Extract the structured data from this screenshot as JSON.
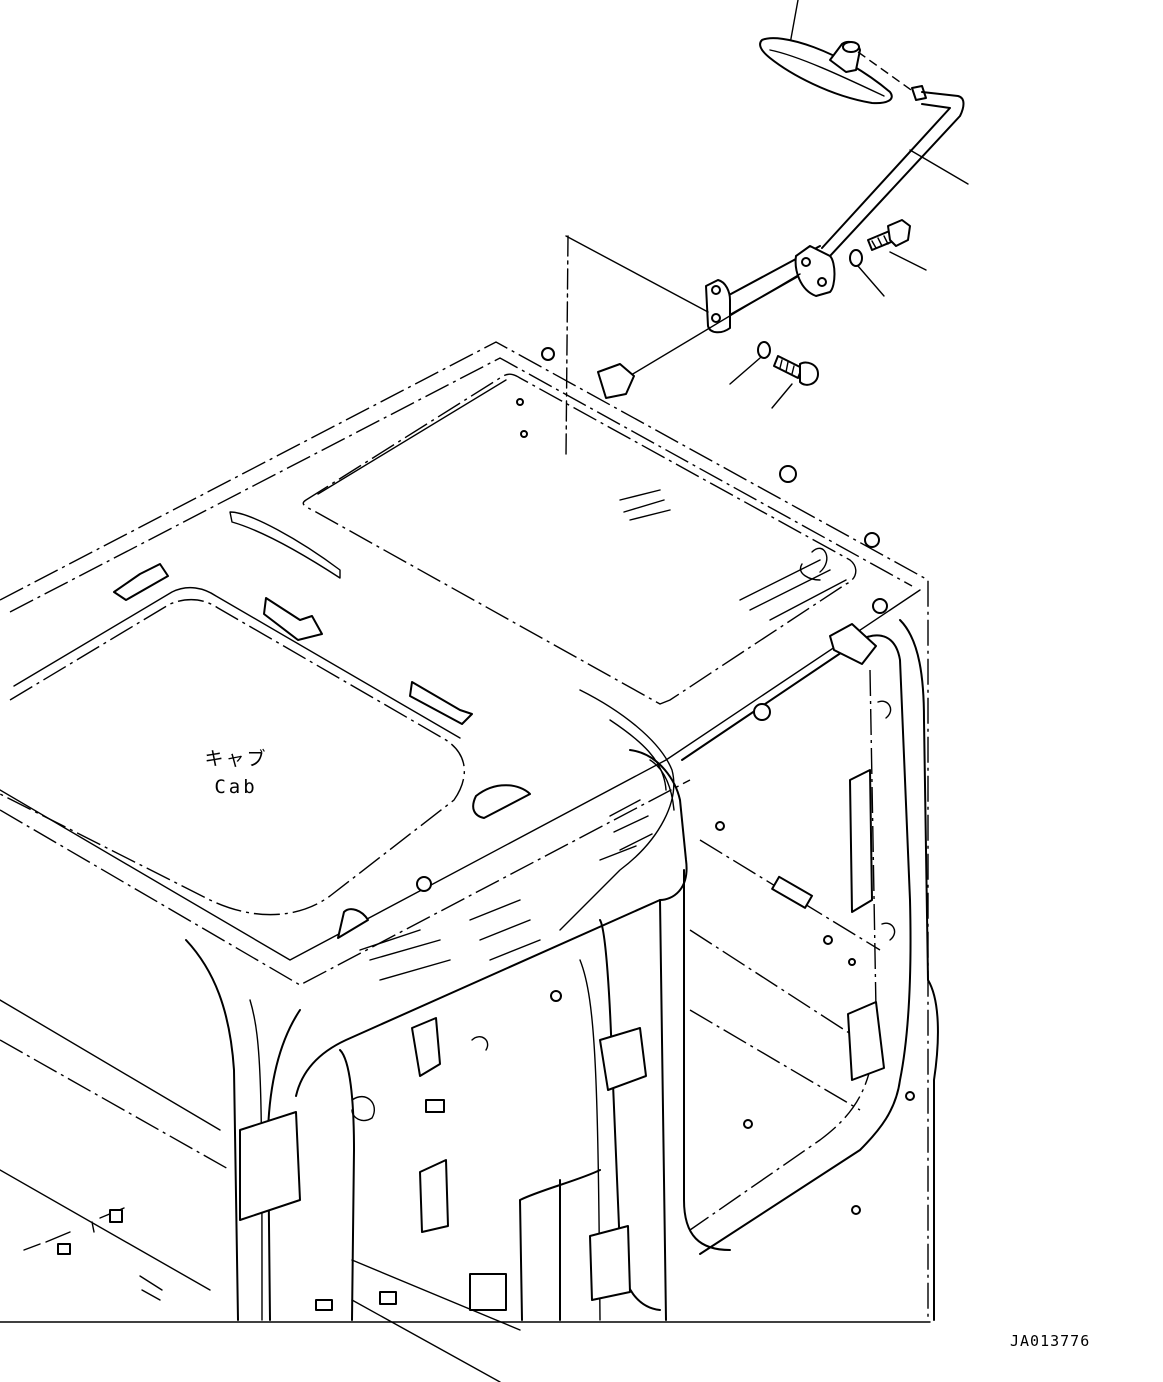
{
  "labels": {
    "cab_jp": "キャブ",
    "cab_en": "Cab",
    "drawing_number": "JA013776"
  },
  "colors": {
    "line": "#000000",
    "background": "#ffffff"
  }
}
